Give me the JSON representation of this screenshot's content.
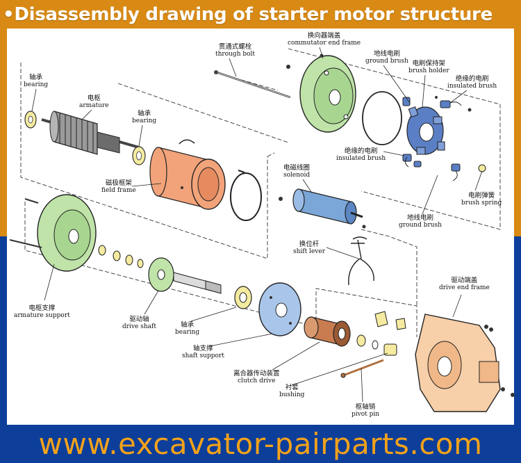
{
  "title": "•Disassembly drawing of starter motor structure",
  "footer": "www.excavator-pairparts.com",
  "colors": {
    "banner_orange": "#d98a14",
    "banner_blue": "#0d3e9a",
    "footer_text": "#f3a21a",
    "frame_green": "#bfe3a8",
    "field_orange": "#f2a37a",
    "solenoid_blue": "#7ba6d8",
    "brush_blue": "#5b7fc4",
    "support_blue": "#a9c6ea",
    "bearing_yellow": "#f4eba0",
    "clutch_brown": "#c97c4f",
    "drive_frame_peach": "#f7cfa8"
  },
  "labels": {
    "bearing_left": {
      "zh": "轴承",
      "en": "bearing"
    },
    "armature": {
      "zh": "电枢",
      "en": "armature"
    },
    "bearing_mid": {
      "zh": "轴承",
      "en": "bearing"
    },
    "field_frame": {
      "zh": "磁极框架",
      "en": "field frame"
    },
    "through_bolt": {
      "zh": "贯通式螺栓",
      "en": "through bolt"
    },
    "commutator_end_frame": {
      "zh": "换向器端盖",
      "en": "commutator end frame"
    },
    "ground_brush_top": {
      "zh": "地线电刷",
      "en": "ground brush"
    },
    "brush_holder": {
      "zh": "电刷保持架",
      "en": "brush holder"
    },
    "insulated_brush_right": {
      "zh": "绝缘的电刷",
      "en": "insulated brush"
    },
    "insulated_brush_mid": {
      "zh": "绝缘的电刷",
      "en": "insulated brush"
    },
    "solenoid": {
      "zh": "电磁线圈",
      "en": "solenoid"
    },
    "brush_spring": {
      "zh": "电刷弹簧",
      "en": "brush spring"
    },
    "ground_brush_bottom": {
      "zh": "地线电刷",
      "en": "ground brush"
    },
    "shift_lever": {
      "zh": "换位杆",
      "en": "shift lever"
    },
    "armature_support": {
      "zh": "电枢支撑",
      "en": "armature support"
    },
    "drive_shaft": {
      "zh": "驱动轴",
      "en": "drive shaft"
    },
    "bearing_low": {
      "zh": "轴承",
      "en": "bearing"
    },
    "shaft_support": {
      "zh": "轴支撑",
      "en": "shaft support"
    },
    "clutch_drive": {
      "zh": "离合器传动装置",
      "en": "clutch drive"
    },
    "bushing": {
      "zh": "衬套",
      "en": "bushing"
    },
    "pivot_pin": {
      "zh": "枢轴销",
      "en": "pivot pin"
    },
    "drive_end_frame": {
      "zh": "驱动端盖",
      "en": "drive end frame"
    }
  }
}
